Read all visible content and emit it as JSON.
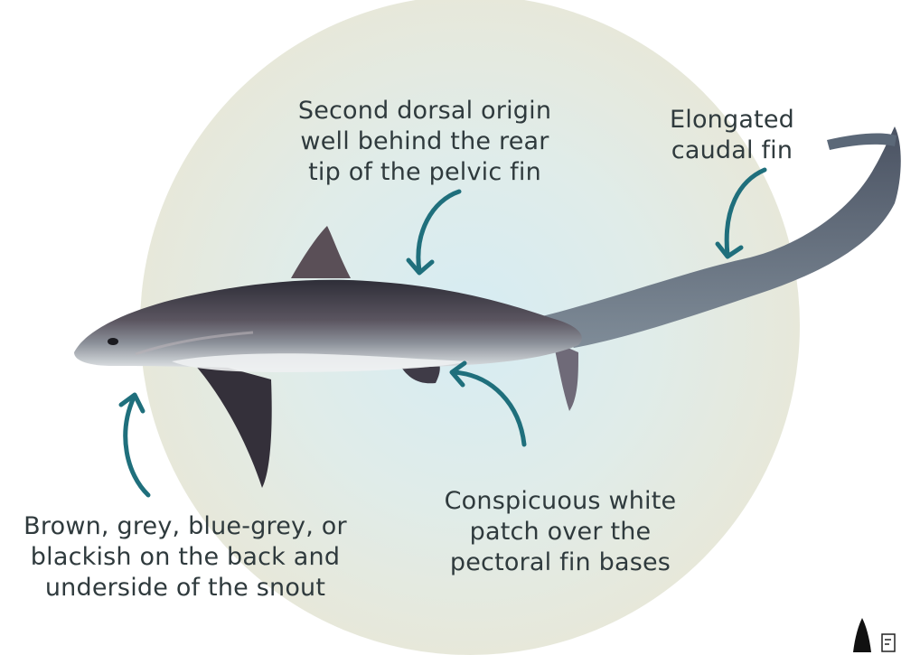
{
  "labels": {
    "dorsal": "Second dorsal origin\nwell behind the rear\ntip of the pelvic fin",
    "caudal": "Elongated\ncaudal fin",
    "white_patch": "Conspicuous white\npatch over the\npectoral fin bases",
    "colour": "Brown, grey, blue-grey, or\nblackish on the back and\nunderside of the snout"
  },
  "colors": {
    "background_disc": "#e6e8dc",
    "disc_center": "#d8edf3",
    "arrow": "#1f6f7c",
    "text": "#2f3a3d",
    "shark_dark": "#3b3a44",
    "shark_belly": "#dfe4e6"
  },
  "icons": [
    "arrow-icon",
    "logo-icon"
  ]
}
